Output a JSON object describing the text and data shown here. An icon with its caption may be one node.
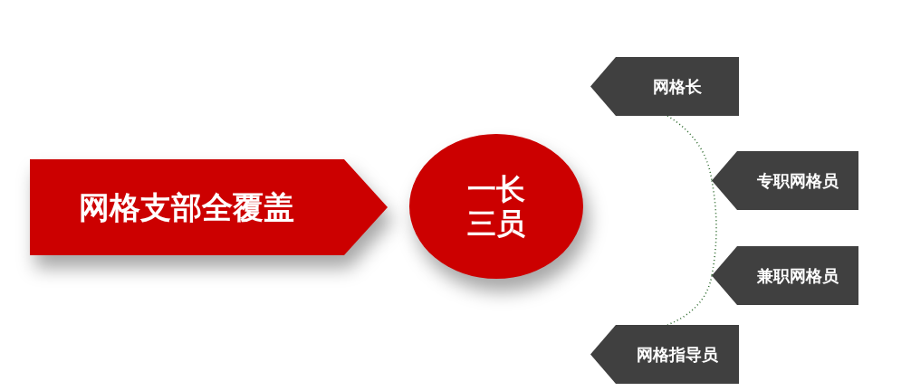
{
  "diagram": {
    "nodes": [
      {
        "text": [
          "网格支部全覆盖"
        ]
      },
      {
        "text": [
          "一长三员"
        ]
      },
      {
        "text": [
          "网格长"
        ]
      },
      {
        "text": [
          "专职网格员"
        ]
      },
      {
        "text": [
          "兼职网格员"
        ]
      },
      {
        "text": [
          "网格指导员"
        ]
      }
    ],
    "edges": [
      {
        "from": 2,
        "to": 3,
        "arrow": "none",
        "style": "dashed"
      },
      {
        "from": 3,
        "to": 4,
        "arrow": "none",
        "style": "dashed"
      },
      {
        "from": 4,
        "to": 5,
        "arrow": "none",
        "style": "dashed"
      }
    ]
  }
}
